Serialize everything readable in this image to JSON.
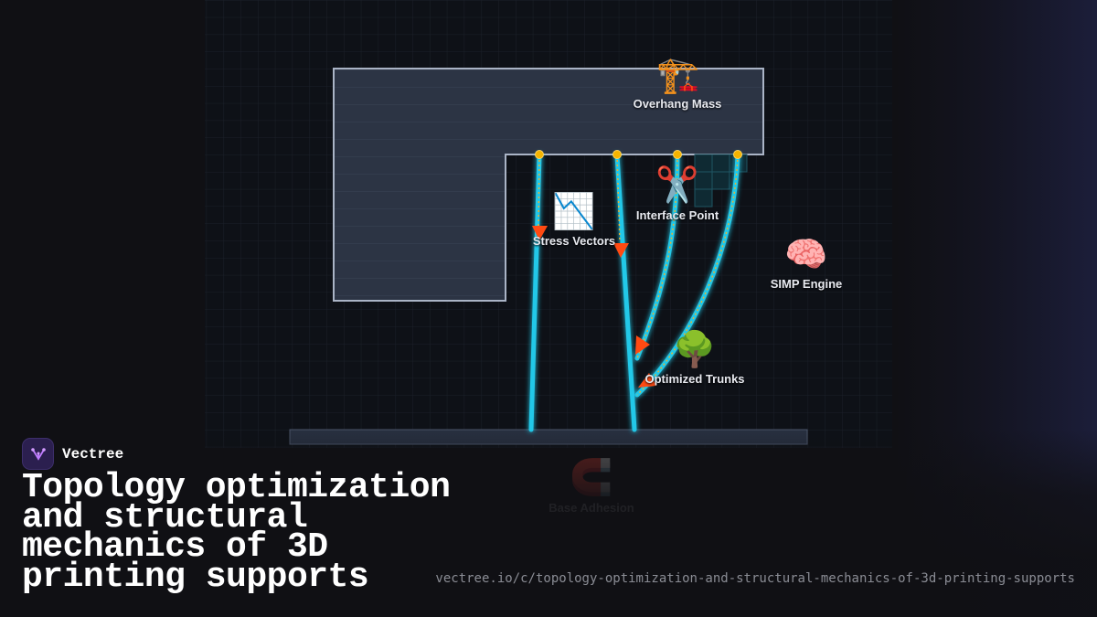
{
  "diagram": {
    "labels": {
      "overhang_mass": "Overhang Mass",
      "interface_point": "Interface Point",
      "stress_vectors": "Stress Vectors",
      "simp_engine": "SIMP Engine",
      "optimized_trunks": "Optimized Trunks",
      "base_adhesion": "Base Adhesion"
    },
    "icons": {
      "overhang_mass": "🏗️",
      "interface_point": "✂️",
      "stress_vectors": "📉",
      "simp_engine": "🧠",
      "optimized_trunks": "🌳",
      "base_adhesion": "🧲"
    },
    "colors": {
      "background": "#101014",
      "panel": "#0e1117",
      "part_fill": "#2c3444",
      "part_stroke": "#aab4c6",
      "support_trunk": "#22c8e8",
      "stress_arrow": "#ff4a12",
      "interface_node": "#f5b400",
      "build_plate": "#283040"
    }
  },
  "brand": {
    "name": "Vectree"
  },
  "page": {
    "title": "Topology optimization and structural mechanics of 3D printing supports",
    "url": "vectree.io/c/topology-optimization-and-structural-mechanics-of-3d-printing-supports"
  }
}
